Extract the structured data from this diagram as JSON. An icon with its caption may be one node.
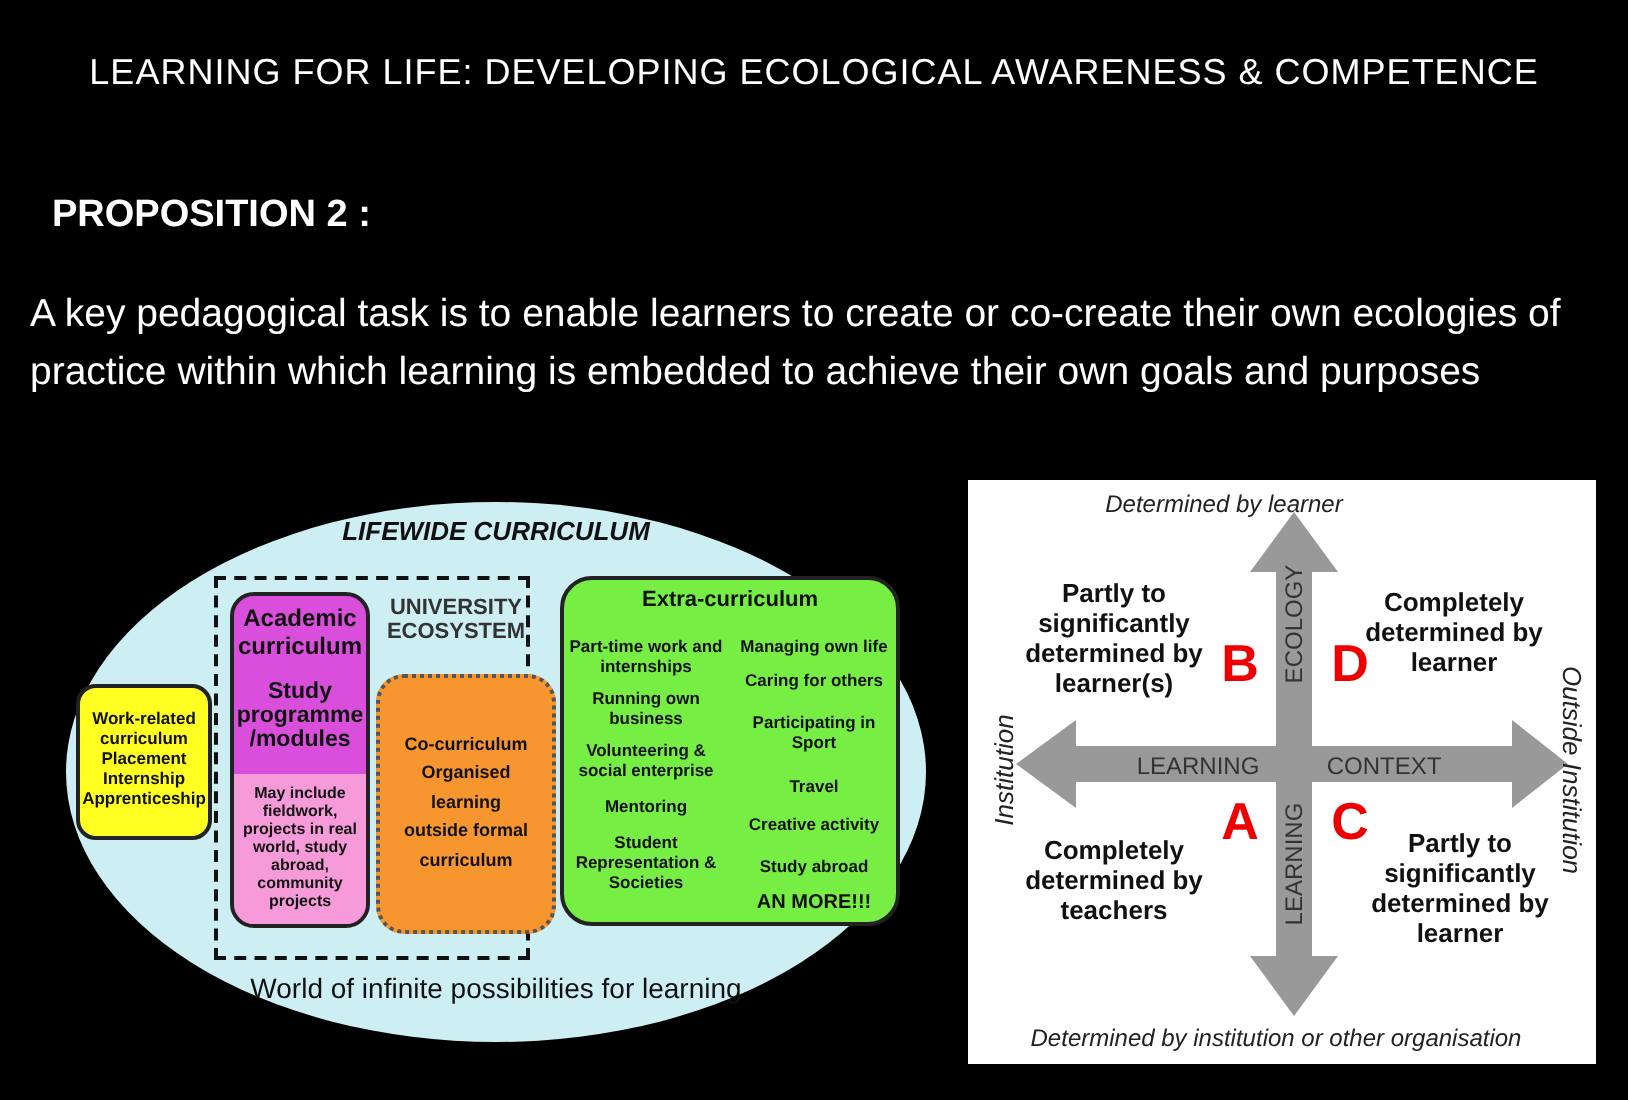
{
  "diagram": {
    "title": "LEARNING FOR LIFE: DEVELOPING ECOLOGICAL AWARENESS & COMPETENCE",
    "nodes": [
      {
        "text": [
          "LIFEWIDE CURRICULUM",
          "World of infinite possibilities for learning"
        ]
      },
      {
        "text": [
          "Work-related curriculum",
          "Placement",
          "Internship",
          "Apprenticeship"
        ],
        "in": 0
      },
      {
        "text": [
          "UNIVERSITY ECOSYSTEM"
        ],
        "in": 0
      },
      {
        "text": [
          "Academic curriculum",
          "Study programme /modules",
          "May include fieldwork, projects in real world, study abroad, community projects"
        ],
        "in": 2
      },
      {
        "text": [
          "Co-curriculum Organised learning outside formal curriculum"
        ],
        "in": 2
      },
      {
        "text": [
          "Extra-curriculum",
          "Part-time work and internships",
          "Running own business",
          "Volunteering & social enterprise",
          "Mentoring",
          "Student Representation & Societies",
          "Managing own life",
          "Caring for others",
          "Participating in Sport",
          "Travel",
          "Creative activity",
          "Study abroad",
          "AN MORE!!!"
        ],
        "in": 0
      }
    ],
    "edges": [],
    "labels": [
      "PROPOSITION 2 :",
      "A key pedagogical task is to enable learners to create or co-create their own ecologies of practice within which learning is embedded to achieve their own goals and purposes",
      "Determined by learner",
      "Partly to significantly determined by learner(s)",
      "B",
      "ECOLOGY",
      "D",
      "Completely determined by learner",
      "Institution",
      "LEARNING",
      "CONTEXT",
      "Outside Institution",
      "A",
      "LEARNING",
      "C",
      "Completely determined by teachers",
      "Partly to significantly determined by learner",
      "Determined by institution or other organisation"
    ]
  }
}
